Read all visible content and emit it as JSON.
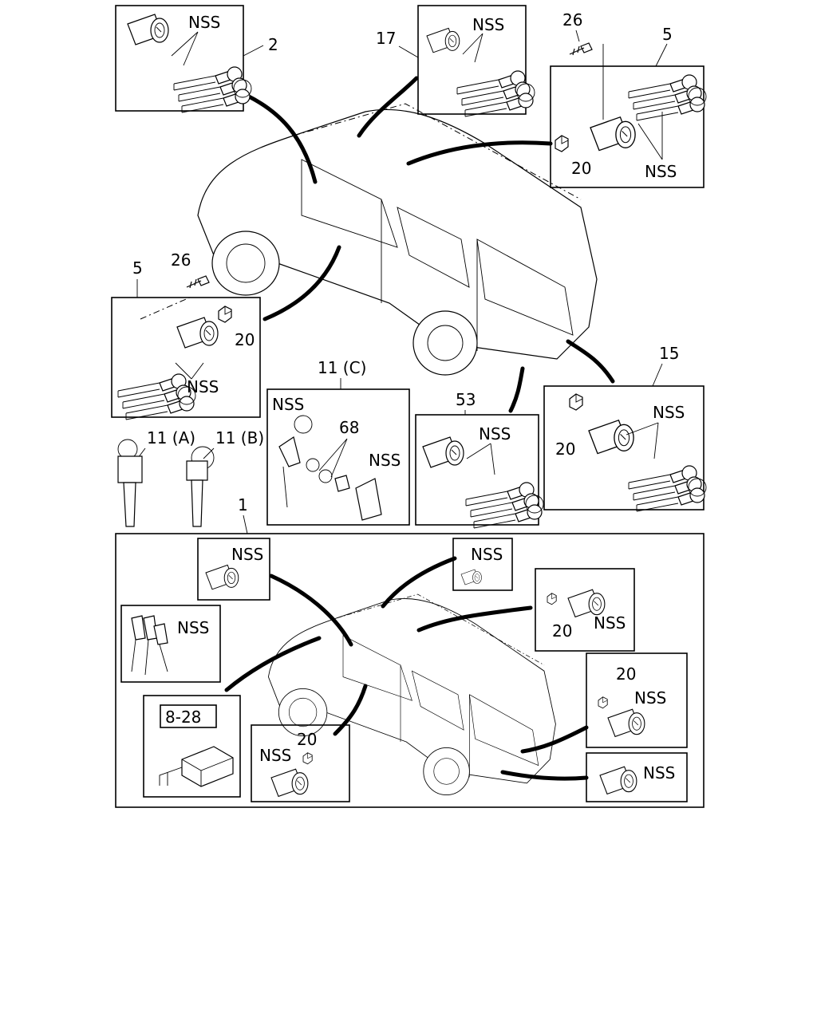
{
  "callouts": {
    "top_left_assembly": "2",
    "top_center_assembly": "17",
    "top_right_bolt": "26",
    "top_right_assembly": "5",
    "top_right_clip": "20",
    "left_bolt": "26",
    "left_assembly": "5",
    "left_clip": "20",
    "key_kit": "11 (C)",
    "key_kit_ring": "68",
    "key_a": "11 (A)",
    "key_b": "11 (B)",
    "tailgate_assembly": "53",
    "rear_assembly": "15",
    "rear_clip": "20",
    "full_set": "1",
    "set_clip_a": "20",
    "set_clip_b": "20",
    "set_clip_c": "20",
    "module_ref": "8-28"
  },
  "nss_label": "NSS",
  "icons": [
    "key-icon",
    "lock-cylinder-icon",
    "bolt-icon",
    "clip-icon",
    "module-icon",
    "vehicle-icon"
  ]
}
